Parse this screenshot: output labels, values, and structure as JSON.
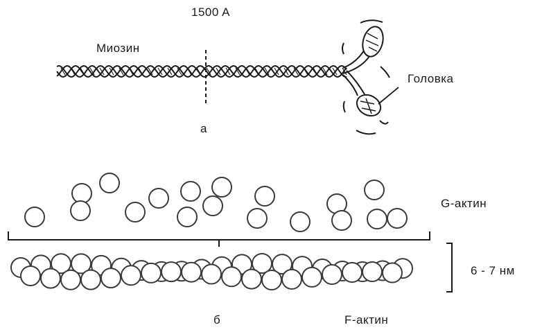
{
  "labels": {
    "scale": "1500 A",
    "myosin": "Миозин",
    "head": "Головка",
    "panel_a": "а",
    "g_actin": "G-актин",
    "thickness": "6 - 7 нм",
    "panel_b": "б",
    "f_actin": "F-актин"
  },
  "colors": {
    "ink": "#1a1a1a",
    "paper": "#ffffff",
    "globule_stroke": "#3a3a3a"
  }
}
